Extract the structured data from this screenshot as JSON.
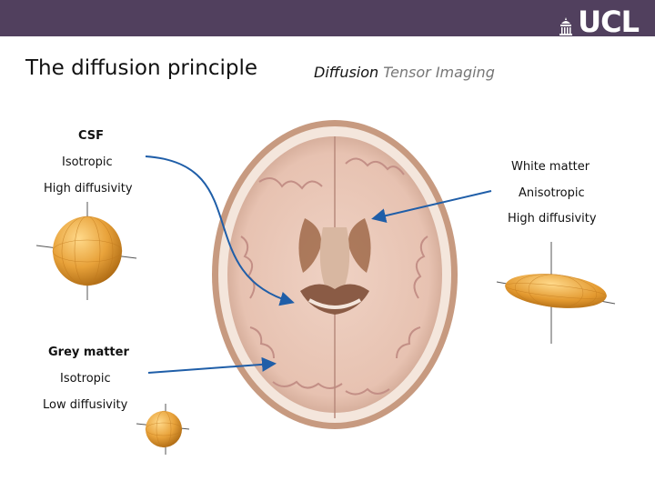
{
  "header": {
    "logo_text": "UCL"
  },
  "slide": {
    "title": "The diffusion principle",
    "subtitle_part1": "Diffusion",
    "subtitle_part2": "Tensor Imaging"
  },
  "csf": {
    "heading": "CSF",
    "line1": "Isotropic",
    "line2": "High diffusivity"
  },
  "grey_matter": {
    "heading": "Grey matter",
    "line1": "Isotropic",
    "line2": "Low diffusivity"
  },
  "white_matter": {
    "heading": "White matter",
    "line1": "Anisotropic",
    "line2": "High diffusivity"
  },
  "colors": {
    "header_bar": "#51405e",
    "arrow": "#1f5ea8",
    "tensor_orange": "#e8a23a"
  }
}
